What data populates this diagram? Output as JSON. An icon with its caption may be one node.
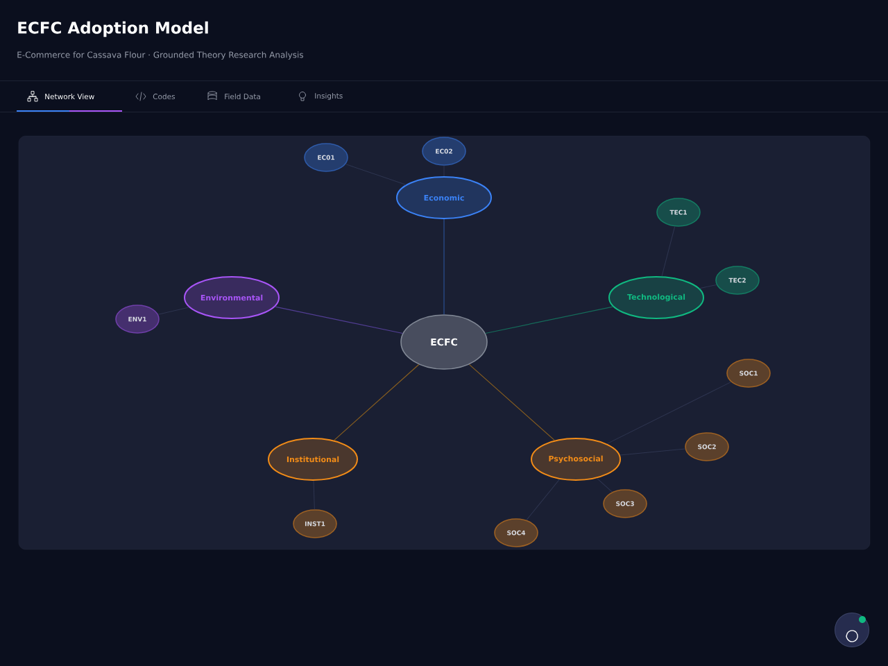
{
  "diagram": {
    "title": "ECFC Adoption Model",
    "nodes": [
      {
        "text": [
          "ECFC"
        ]
      },
      {
        "text": [
          "Economic"
        ]
      },
      {
        "text": [
          "Technological"
        ]
      },
      {
        "text": [
          "Environmental"
        ]
      },
      {
        "text": [
          "Institutional"
        ]
      },
      {
        "text": [
          "Psychosocial"
        ]
      },
      {
        "text": [
          "EC01"
        ]
      },
      {
        "text": [
          "EC02"
        ]
      },
      {
        "text": [
          "TEC1"
        ]
      },
      {
        "text": [
          "TEC2"
        ]
      },
      {
        "text": [
          "ENV1"
        ]
      },
      {
        "text": [
          "INST1"
        ]
      },
      {
        "text": [
          "SOC1"
        ]
      },
      {
        "text": [
          "SOC2"
        ]
      },
      {
        "text": [
          "SOC3"
        ]
      },
      {
        "text": [
          "SOC4"
        ]
      }
    ],
    "edges": [
      {
        "from": 0,
        "to": 1,
        "arrow": "none",
        "color": "#2a5094"
      },
      {
        "from": 0,
        "to": 2,
        "arrow": "none",
        "color": "#156c5a"
      },
      {
        "from": 0,
        "to": 3,
        "arrow": "none",
        "color": "#523e94"
      },
      {
        "from": 0,
        "to": 4,
        "arrow": "none",
        "color": "#885e1f"
      },
      {
        "from": 0,
        "to": 5,
        "arrow": "none",
        "color": "#885e1f"
      },
      {
        "from": 1,
        "to": 6,
        "arrow": "none"
      },
      {
        "from": 1,
        "to": 7,
        "arrow": "none"
      },
      {
        "from": 2,
        "to": 8,
        "arrow": "none"
      },
      {
        "from": 2,
        "to": 9,
        "arrow": "none"
      },
      {
        "from": 3,
        "to": 10,
        "arrow": "none"
      },
      {
        "from": 4,
        "to": 11,
        "arrow": "none"
      },
      {
        "from": 5,
        "to": 12,
        "arrow": "none"
      },
      {
        "from": 5,
        "to": 13,
        "arrow": "none"
      },
      {
        "from": 5,
        "to": 14,
        "arrow": "none"
      },
      {
        "from": 5,
        "to": 15,
        "arrow": "none"
      }
    ],
    "labels": [
      "E-Commerce for Cassava Flour · Grounded Theory Research Analysis",
      "Network View",
      "Codes",
      "Field Data",
      "Insights"
    ]
  }
}
